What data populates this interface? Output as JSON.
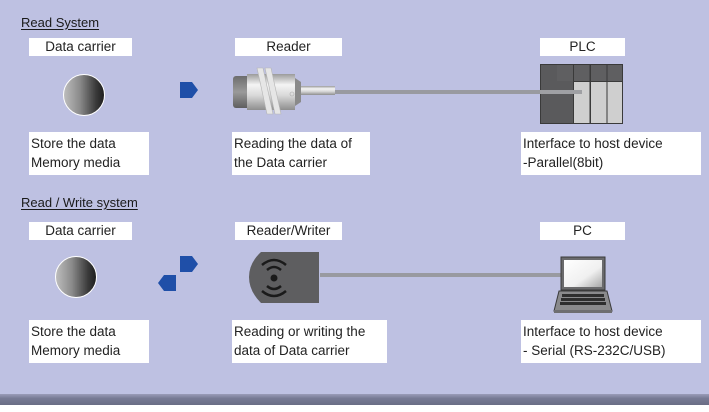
{
  "sections": [
    {
      "title": "Read System",
      "carrier": {
        "label": "Data carrier",
        "desc": [
          "Store the data",
          "Memory media"
        ]
      },
      "reader": {
        "label": "Reader",
        "desc": [
          "Reading the data of",
          "the Data carrier"
        ]
      },
      "host": {
        "label": "PLC",
        "desc": [
          "Interface to host device",
          "-Parallel(8bit)"
        ]
      },
      "flow": "one-way"
    },
    {
      "title": "Read / Write system",
      "carrier": {
        "label": "Data carrier",
        "desc": [
          "Store the data",
          "Memory media"
        ]
      },
      "reader": {
        "label": "Reader/Writer",
        "desc": [
          "Reading or writing the",
          "data of Data carrier"
        ]
      },
      "host": {
        "label": "PC",
        "desc": [
          "Interface to host device",
          "- Serial (RS-232C/USB)"
        ]
      },
      "flow": "two-way"
    }
  ],
  "colors": {
    "background": "#bec1e2",
    "arrow": "#1f4fa8",
    "cable": "#999aa0",
    "device_dark": "#5a5a5c",
    "device_light": "#cfcfcf"
  },
  "icons": {
    "carrier": "disc-icon",
    "reader": "proximity-sensor-icon",
    "reader_writer": "rfid-antenna-icon",
    "plc": "plc-rack-icon",
    "pc": "laptop-icon",
    "arrow": "arrow-right-icon"
  }
}
